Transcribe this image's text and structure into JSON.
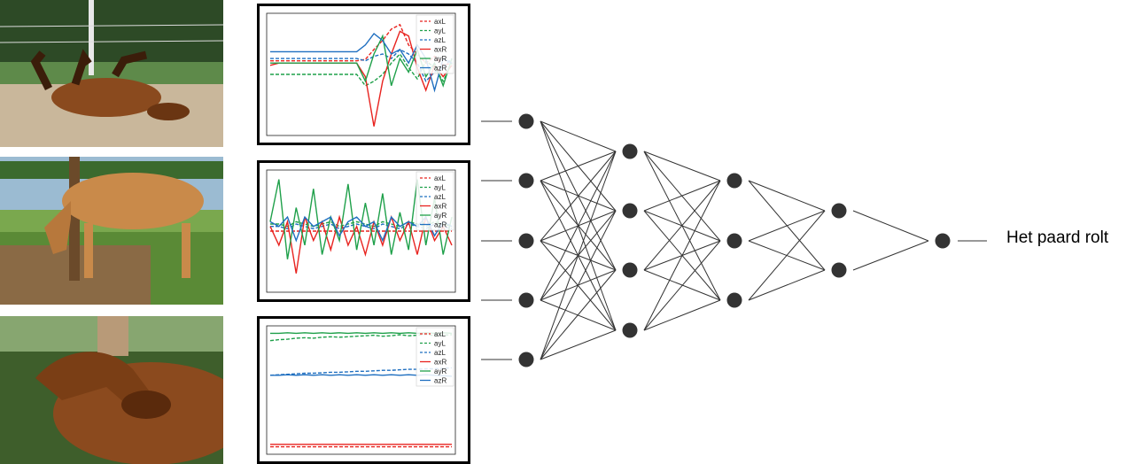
{
  "photos": [
    {
      "subject": "horse-rolling"
    },
    {
      "subject": "horse-grazing"
    },
    {
      "subject": "horse-scratching"
    }
  ],
  "legend_labels": [
    "axL",
    "ayL",
    "azL",
    "axR",
    "ayR",
    "azR"
  ],
  "series_colors": {
    "ax": "#e8231f",
    "ay": "#1fa04a",
    "az": "#1f6fc0"
  },
  "series_styles": {
    "L": "dashed",
    "R": "solid"
  },
  "chart_data": [
    {
      "type": "line",
      "series": [
        {
          "name": "axL",
          "values": [
            0.15,
            0.15,
            0.15,
            0.15,
            0.15,
            0.15,
            0.15,
            0.15,
            0.15,
            0.15,
            0.15,
            0.18,
            0.4,
            0.6,
            0.85,
            0.95,
            0.5,
            0.3,
            0.1,
            0.25,
            0.05,
            0.1
          ]
        },
        {
          "name": "ayL",
          "values": [
            -0.15,
            -0.15,
            -0.15,
            -0.15,
            -0.15,
            -0.15,
            -0.15,
            -0.15,
            -0.15,
            -0.15,
            -0.15,
            -0.4,
            -0.3,
            -0.15,
            0.1,
            0.3,
            0.0,
            -0.25,
            0.15,
            0.0,
            -0.3,
            0.1
          ]
        },
        {
          "name": "azL",
          "values": [
            0.2,
            0.2,
            0.2,
            0.2,
            0.2,
            0.2,
            0.2,
            0.2,
            0.2,
            0.2,
            0.2,
            0.15,
            0.25,
            0.3,
            0.2,
            0.4,
            0.3,
            0.1,
            -0.3,
            -0.1,
            0.0,
            0.2
          ]
        },
        {
          "name": "axR",
          "values": [
            0.05,
            0.1,
            0.1,
            0.1,
            0.1,
            0.1,
            0.1,
            0.1,
            0.1,
            0.1,
            0.1,
            -0.2,
            -1.3,
            -0.3,
            0.3,
            0.8,
            0.7,
            0.0,
            -0.5,
            0.05,
            -0.2,
            0.05
          ]
        },
        {
          "name": "ayR",
          "values": [
            0.1,
            0.1,
            0.1,
            0.1,
            0.1,
            0.1,
            0.1,
            0.1,
            0.1,
            0.1,
            0.1,
            -0.3,
            0.3,
            0.7,
            -0.4,
            0.2,
            -0.1,
            0.4,
            -0.2,
            0.1,
            -0.4,
            0.2
          ]
        },
        {
          "name": "azR",
          "values": [
            0.35,
            0.35,
            0.35,
            0.35,
            0.35,
            0.35,
            0.35,
            0.35,
            0.35,
            0.35,
            0.35,
            0.5,
            0.75,
            0.6,
            0.3,
            0.4,
            0.1,
            0.5,
            0.2,
            -0.5,
            0.2,
            0.1
          ]
        }
      ]
    },
    {
      "type": "line",
      "series": [
        {
          "name": "axL",
          "values": [
            0.0,
            0.0,
            0.0,
            0.0,
            0.0,
            0.0,
            0.0,
            0.0,
            0.0,
            0.0,
            0.0,
            0.0,
            0.0,
            0.0,
            0.0,
            0.0,
            0.0,
            0.0,
            0.0,
            0.0,
            0.0,
            0.0
          ]
        },
        {
          "name": "ayL",
          "values": [
            0.15,
            0.15,
            0.1,
            0.2,
            0.15,
            0.1,
            0.15,
            0.2,
            0.1,
            0.15,
            0.2,
            0.15,
            0.1,
            0.2,
            0.15,
            0.1,
            0.2,
            0.15,
            0.1,
            0.2,
            0.15,
            0.1
          ]
        },
        {
          "name": "azL",
          "values": [
            0.1,
            0.1,
            0.05,
            0.15,
            0.1,
            0.05,
            0.1,
            0.15,
            0.05,
            0.1,
            0.15,
            0.1,
            0.05,
            0.15,
            0.1,
            0.05,
            0.15,
            0.1,
            0.05,
            0.15,
            0.1,
            0.05
          ]
        },
        {
          "name": "axR",
          "values": [
            0.1,
            -0.3,
            0.2,
            -0.9,
            0.3,
            -0.2,
            0.2,
            -0.4,
            0.3,
            -0.3,
            0.1,
            -0.5,
            0.2,
            -0.3,
            0.3,
            -0.2,
            0.2,
            -0.5,
            0.3,
            -0.2,
            0.1,
            -0.3
          ]
        },
        {
          "name": "ayR",
          "values": [
            0.2,
            1.1,
            -0.6,
            0.5,
            -0.3,
            0.9,
            -0.5,
            0.3,
            -0.2,
            1.0,
            -0.4,
            0.6,
            -0.3,
            0.8,
            -0.5,
            0.4,
            -0.4,
            1.1,
            -0.3,
            0.7,
            -0.5,
            0.3
          ]
        },
        {
          "name": "azR",
          "values": [
            0.2,
            0.1,
            0.3,
            -0.2,
            0.3,
            0.1,
            0.2,
            0.3,
            -0.1,
            0.2,
            0.3,
            0.1,
            0.2,
            -0.2,
            0.3,
            0.1,
            0.2,
            0.1,
            0.3,
            -0.1,
            0.2,
            0.1
          ]
        }
      ]
    },
    {
      "type": "line",
      "series": [
        {
          "name": "axL",
          "values": [
            -1.25,
            -1.25,
            -1.25,
            -1.25,
            -1.25,
            -1.25,
            -1.25,
            -1.25,
            -1.25,
            -1.25,
            -1.25,
            -1.25,
            -1.25,
            -1.25,
            -1.25,
            -1.25,
            -1.25,
            -1.25,
            -1.25,
            -1.25,
            -1.25,
            -1.25
          ]
        },
        {
          "name": "ayL",
          "values": [
            0.9,
            0.92,
            0.93,
            0.95,
            0.96,
            0.95,
            0.97,
            0.98,
            0.97,
            0.98,
            0.99,
            1.0,
            1.01,
            0.99,
            1.0,
            1.02,
            1.0,
            1.01,
            1.03,
            1.0,
            1.01,
            1.02
          ]
        },
        {
          "name": "azL",
          "values": [
            0.2,
            0.21,
            0.22,
            0.23,
            0.24,
            0.24,
            0.25,
            0.26,
            0.26,
            0.27,
            0.28,
            0.28,
            0.29,
            0.3,
            0.3,
            0.31,
            0.32,
            0.32,
            0.33,
            0.33,
            0.34,
            0.35
          ]
        },
        {
          "name": "axR",
          "values": [
            -1.2,
            -1.2,
            -1.2,
            -1.2,
            -1.2,
            -1.2,
            -1.2,
            -1.2,
            -1.2,
            -1.2,
            -1.2,
            -1.2,
            -1.2,
            -1.2,
            -1.2,
            -1.2,
            -1.2,
            -1.2,
            -1.2,
            -1.2,
            -1.2,
            -1.2
          ]
        },
        {
          "name": "ayR",
          "values": [
            1.05,
            1.05,
            1.06,
            1.05,
            1.06,
            1.05,
            1.06,
            1.05,
            1.06,
            1.05,
            1.06,
            1.05,
            1.06,
            1.05,
            1.06,
            1.05,
            1.06,
            1.05,
            1.06,
            1.05,
            1.06,
            1.05
          ]
        },
        {
          "name": "azR",
          "values": [
            0.2,
            0.2,
            0.21,
            0.2,
            0.21,
            0.2,
            0.21,
            0.2,
            0.21,
            0.2,
            0.21,
            0.2,
            0.21,
            0.2,
            0.21,
            0.2,
            0.21,
            0.2,
            0.21,
            0.2,
            0.19,
            0.18
          ]
        }
      ]
    }
  ],
  "network": {
    "layer_sizes": [
      5,
      4,
      3,
      2,
      1
    ],
    "node_color": "#333333"
  },
  "output_label": "Het paard rolt"
}
